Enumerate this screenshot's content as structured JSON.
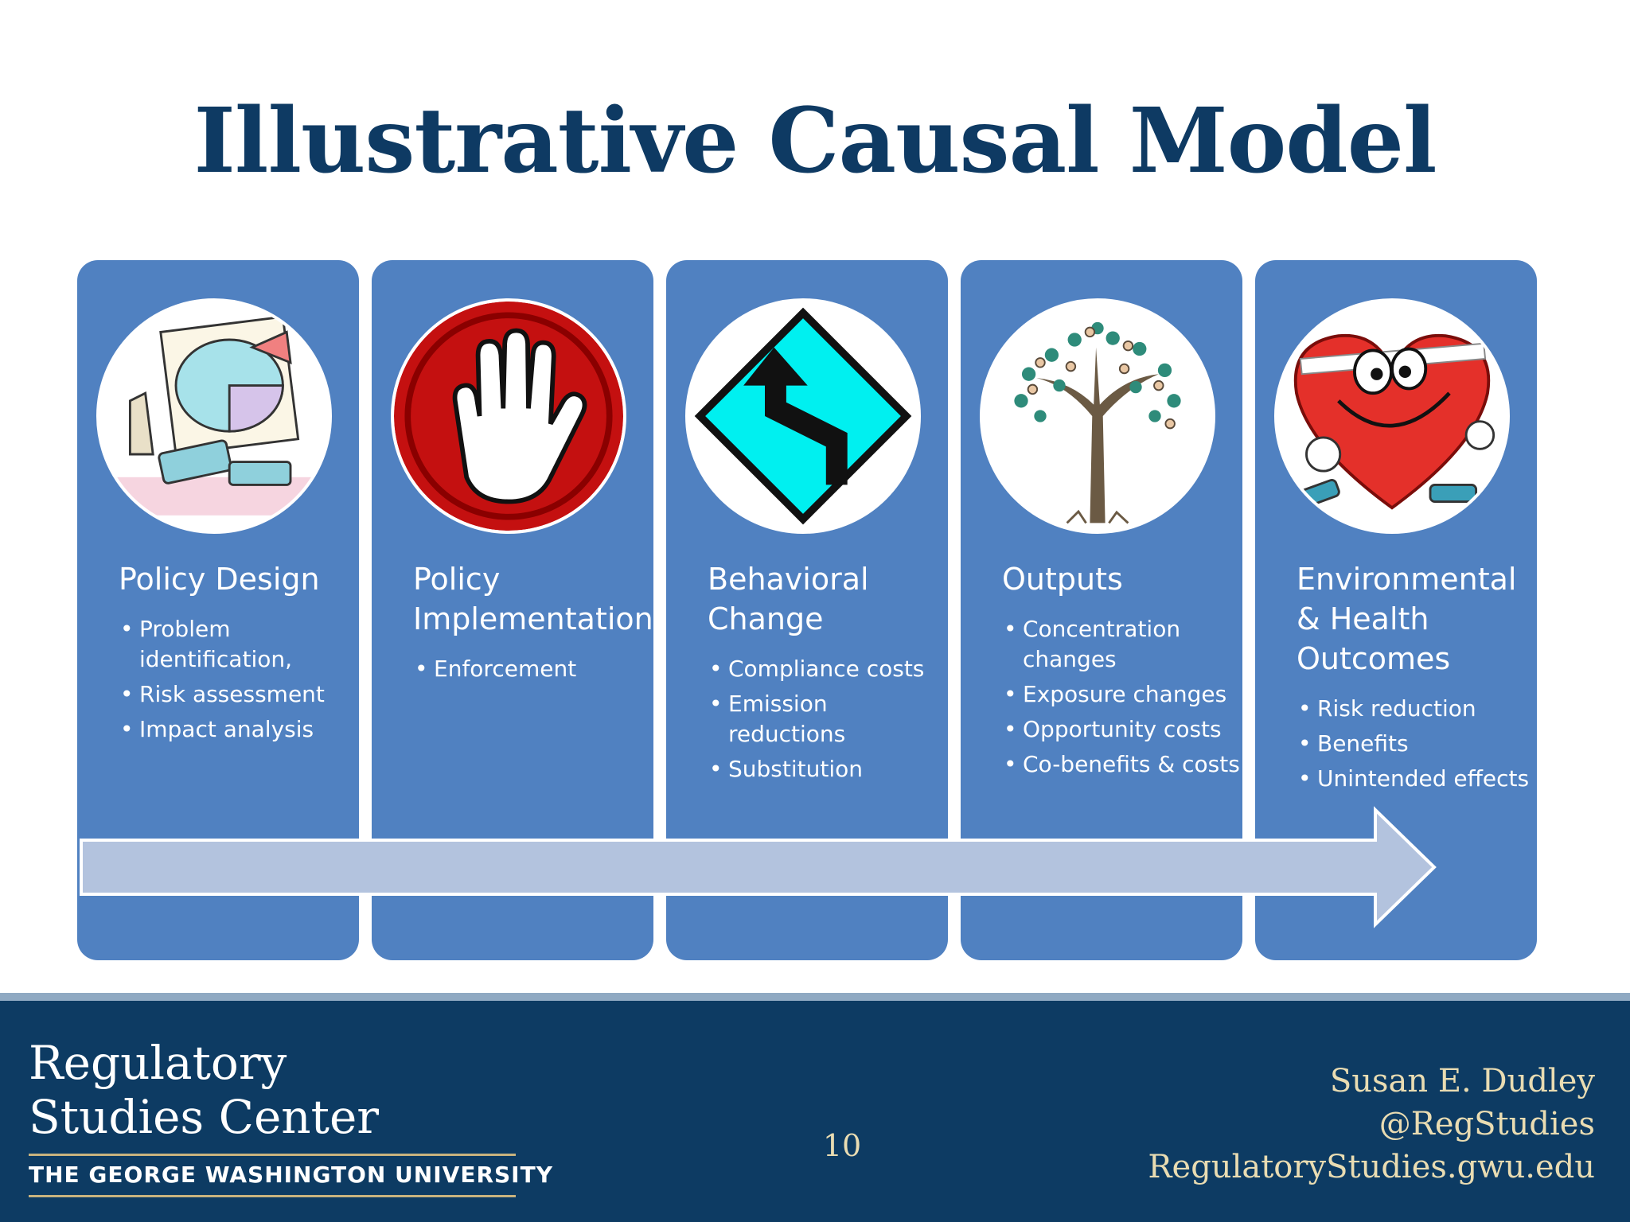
{
  "slide": {
    "title": "Illustrative Causal Model",
    "page_number": "10"
  },
  "panels": [
    {
      "title": "Policy Design",
      "icon": "policy-design-illustration",
      "bullets": [
        "Problem identification,",
        "Risk assessment",
        "Impact analysis"
      ]
    },
    {
      "title": "Policy Implementation",
      "icon": "stop-hand-icon",
      "bullets": [
        "Enforcement"
      ]
    },
    {
      "title": "Behavioral Change",
      "icon": "winding-road-sign-icon",
      "bullets": [
        "Compliance costs",
        "Emission reductions",
        "Substitution"
      ]
    },
    {
      "title": "Outputs",
      "icon": "tree-icon",
      "bullets": [
        "Concentration changes",
        "Exposure changes",
        "Opportunity costs",
        "Co-benefits & costs"
      ]
    },
    {
      "title": "Environmental & Health Outcomes",
      "icon": "heart-character-icon",
      "bullets": [
        "Risk reduction",
        "Benefits",
        "Unintended effects"
      ]
    }
  ],
  "footer": {
    "org_line1": "Regulatory",
    "org_line2": "Studies Center",
    "university": "THE GEORGE WASHINGTON UNIVERSITY",
    "author": "Susan E. Dudley",
    "handle": "@RegStudies",
    "website": "RegulatoryStudies.gwu.edu"
  },
  "colors": {
    "title": "#0e3a63",
    "panel": "#5081c1",
    "arrow": "#b3c3de",
    "footer_bg": "#0d3b63",
    "footer_accent": "#e9dcb2"
  }
}
